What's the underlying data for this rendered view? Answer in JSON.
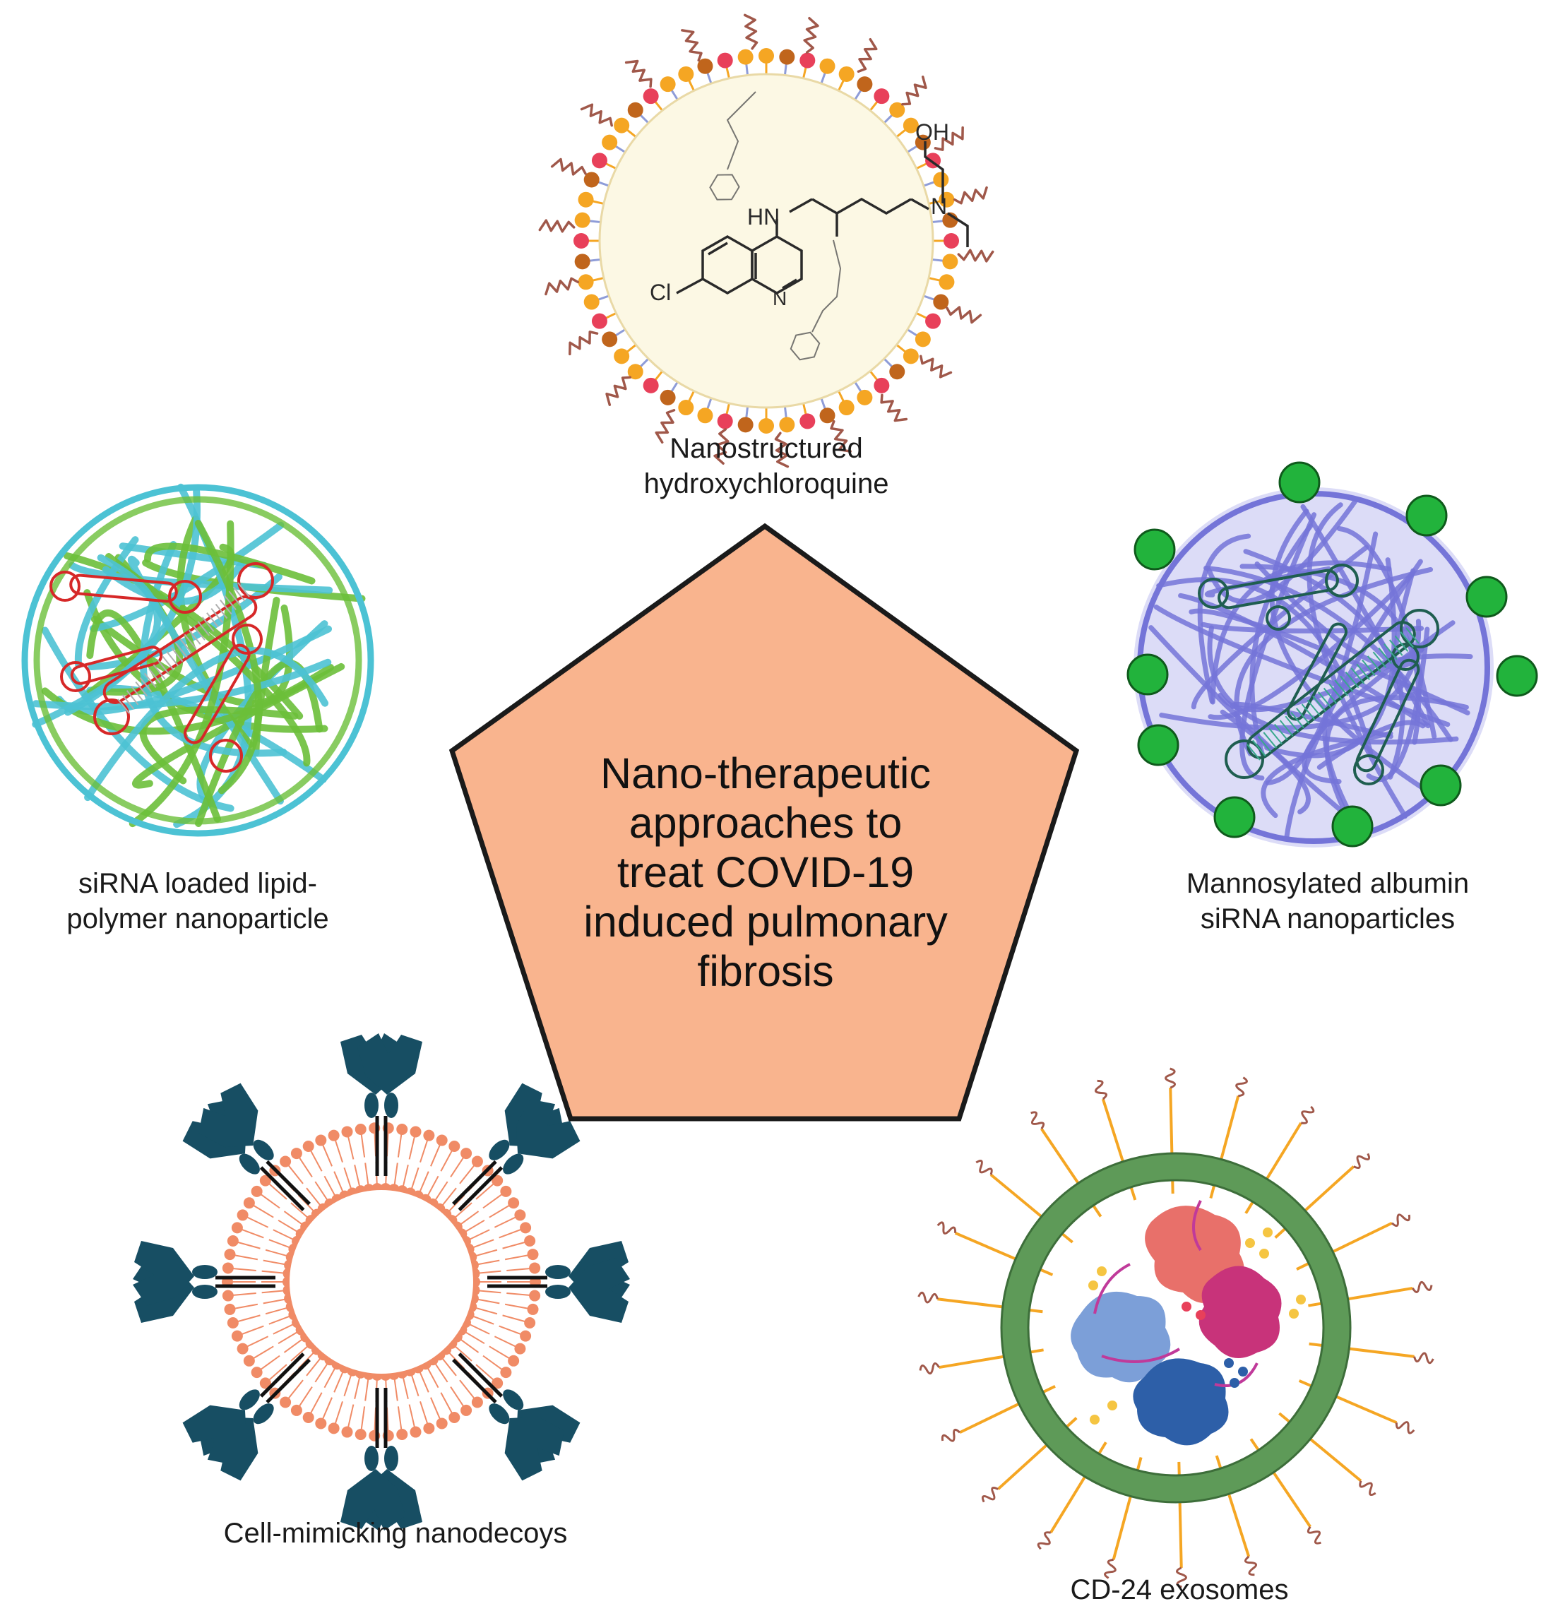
{
  "center": {
    "lines": [
      "Nano-therapeutic",
      "approaches to",
      "treat COVID-19",
      "induced pulmonary",
      "fibrosis"
    ],
    "fill": "#F9B48E",
    "stroke": "#1a1a1a"
  },
  "nodes": [
    {
      "id": "hcq",
      "lines": [
        "Nanostructured",
        "hydroxychloroquine"
      ],
      "icon": "liposome-with-drug-molecule-icon"
    },
    {
      "id": "sirna-lpn",
      "lines": [
        "siRNA loaded lipid-",
        "polymer nanoparticle"
      ],
      "icon": "lipid-polymer-coil-with-sirna-icon"
    },
    {
      "id": "albumin",
      "lines": [
        "Mannosylated albumin",
        "siRNA nanoparticles"
      ],
      "icon": "albumin-coil-with-mannose-icon"
    },
    {
      "id": "decoy",
      "lines": [
        "Cell-mimicking nanodecoys"
      ],
      "icon": "vesicle-with-receptors-icon"
    },
    {
      "id": "exosome",
      "lines": [
        "CD-24 exosomes"
      ],
      "icon": "exosome-with-proteins-icon"
    }
  ],
  "molecule_labels": {
    "oh": "OH",
    "hn": "HN",
    "n": "N",
    "cl": "Cl"
  },
  "colors": {
    "membrane_head_red": "#E8405A",
    "membrane_head_orange": "#F5A623",
    "membrane_head_brown": "#C0651C",
    "core_cream": "#FCF8E4",
    "coil_green": "#6BBF3A",
    "coil_cyan": "#4CC2D4",
    "sirna_red": "#D62828",
    "coil_purple": "#7474D8",
    "mannose_green": "#22B33C",
    "decoy_orange": "#F08B66",
    "receptor_navy": "#174E63",
    "exo_green": "#5E9A58",
    "spike_orange": "#F5A623",
    "protein_pink": "#C8337A",
    "protein_salmon": "#E8706A",
    "protein_blue": "#2D5FA8",
    "protein_light_blue": "#7C9FD8"
  }
}
